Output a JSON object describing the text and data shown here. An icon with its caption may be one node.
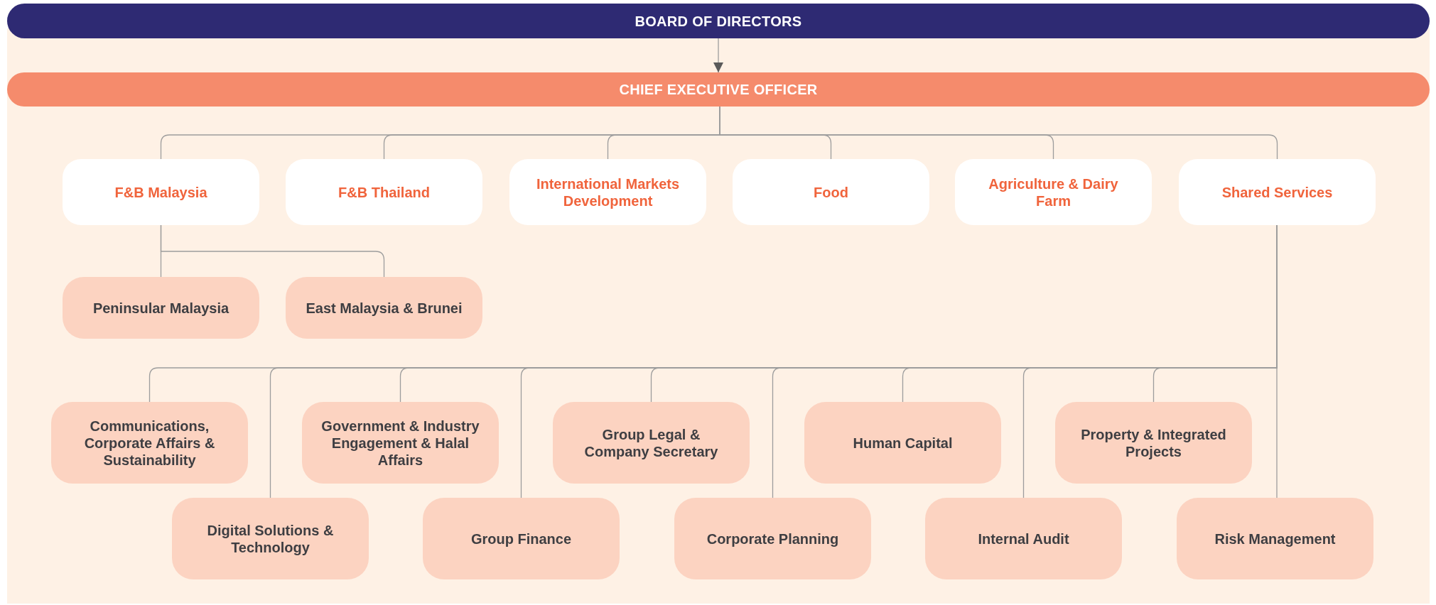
{
  "diagram": {
    "nodes": [
      {
        "text": [
          "BOARD OF DIRECTORS"
        ]
      },
      {
        "text": [
          "CHIEF EXECUTIVE OFFICER"
        ]
      },
      {
        "text": [
          "F&B Malaysia"
        ]
      },
      {
        "text": [
          "F&B Thailand"
        ]
      },
      {
        "text": [
          "International Markets Development"
        ]
      },
      {
        "text": [
          "Food"
        ]
      },
      {
        "text": [
          "Agriculture & Dairy Farm"
        ]
      },
      {
        "text": [
          "Shared Services"
        ]
      },
      {
        "text": [
          "Peninsular Malaysia"
        ]
      },
      {
        "text": [
          "East Malaysia & Brunei"
        ]
      },
      {
        "text": [
          "Communications, Corporate Affairs & Sustainability"
        ]
      },
      {
        "text": [
          "Government & Industry Engagement & Halal Affairs"
        ]
      },
      {
        "text": [
          "Group Legal & Company Secretary"
        ]
      },
      {
        "text": [
          "Human Capital"
        ]
      },
      {
        "text": [
          "Property & Integrated Projects"
        ]
      },
      {
        "text": [
          "Digital Solutions & Technology"
        ]
      },
      {
        "text": [
          "Group Finance"
        ]
      },
      {
        "text": [
          "Corporate Planning"
        ]
      },
      {
        "text": [
          "Internal Audit"
        ]
      },
      {
        "text": [
          "Risk Management"
        ]
      }
    ],
    "edges": [
      {
        "from": 0,
        "to": 1,
        "arrow": "to"
      },
      {
        "from": 1,
        "to": 2,
        "arrow": "none"
      },
      {
        "from": 1,
        "to": 3,
        "arrow": "none"
      },
      {
        "from": 1,
        "to": 4,
        "arrow": "none"
      },
      {
        "from": 1,
        "to": 5,
        "arrow": "none"
      },
      {
        "from": 1,
        "to": 6,
        "arrow": "none"
      },
      {
        "from": 1,
        "to": 7,
        "arrow": "none"
      },
      {
        "from": 2,
        "to": 8,
        "arrow": "none"
      },
      {
        "from": 2,
        "to": 9,
        "arrow": "none"
      },
      {
        "from": 7,
        "to": 10,
        "arrow": "none"
      },
      {
        "from": 7,
        "to": 11,
        "arrow": "none"
      },
      {
        "from": 7,
        "to": 12,
        "arrow": "none"
      },
      {
        "from": 7,
        "to": 13,
        "arrow": "none"
      },
      {
        "from": 7,
        "to": 14,
        "arrow": "none"
      },
      {
        "from": 7,
        "to": 15,
        "arrow": "none"
      },
      {
        "from": 7,
        "to": 16,
        "arrow": "none"
      },
      {
        "from": 7,
        "to": 17,
        "arrow": "none"
      },
      {
        "from": 7,
        "to": 18,
        "arrow": "none"
      },
      {
        "from": 7,
        "to": 19,
        "arrow": "none"
      }
    ]
  }
}
